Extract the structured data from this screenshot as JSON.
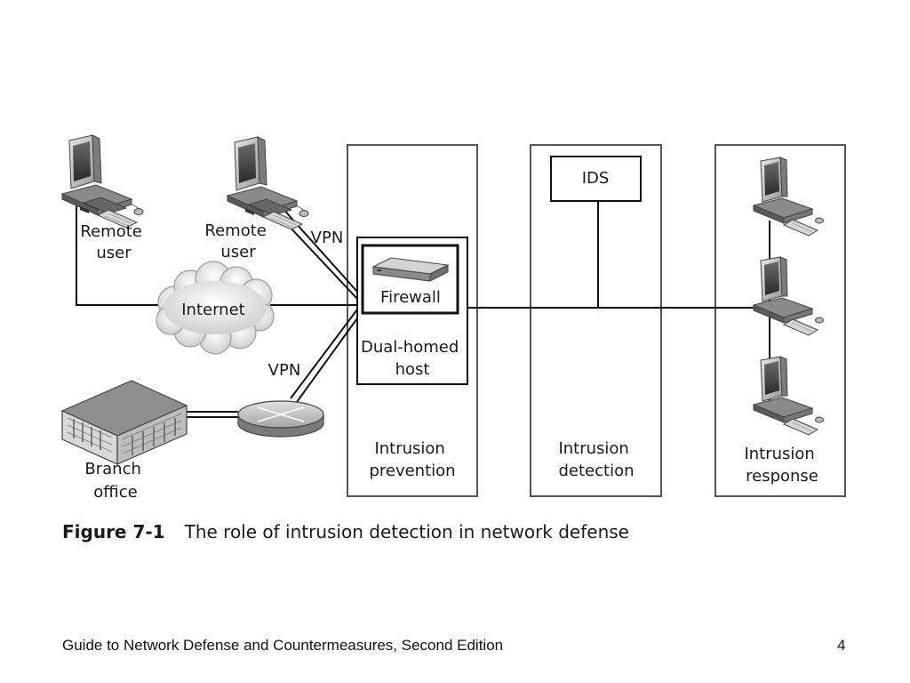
{
  "diagram": {
    "remote_user_left": [
      "Remote",
      "user"
    ],
    "remote_user_mid": [
      "Remote",
      "user"
    ],
    "vpn_top": "VPN",
    "vpn_bottom": "VPN",
    "internet": "Internet",
    "branch_office": [
      "Branch",
      "office"
    ],
    "firewall": "Firewall",
    "dual_homed_host": [
      "Dual-homed",
      "host"
    ],
    "ids": "IDS",
    "intrusion_prevention": [
      "Intrusion",
      "prevention"
    ],
    "intrusion_detection": [
      "Intrusion",
      "detection"
    ],
    "intrusion_response": [
      "Intrusion",
      "response"
    ]
  },
  "figure_caption": {
    "number": "Figure 7-1",
    "text": "The role of intrusion detection in network defense"
  },
  "footer": {
    "title": "Guide to Network Defense and Countermeasures, Second Edition",
    "page": "4"
  }
}
